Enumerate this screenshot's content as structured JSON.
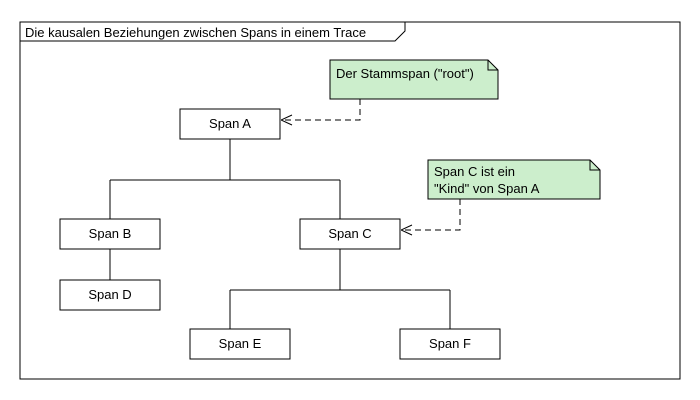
{
  "frame": {
    "title": "Die kausalen Beziehungen zwischen Spans in einem Trace"
  },
  "spans": {
    "a": "Span A",
    "b": "Span B",
    "c": "Span C",
    "d": "Span D",
    "e": "Span E",
    "f": "Span F"
  },
  "notes": {
    "root": {
      "lines": [
        "Der Stammspan (\"root\")"
      ]
    },
    "child": {
      "lines": [
        "Span C ist ein",
        "\"Kind\" von Span A"
      ]
    }
  },
  "colors": {
    "note_fill": "#cceecc",
    "box_fill": "#ffffff",
    "stroke": "#000000"
  }
}
